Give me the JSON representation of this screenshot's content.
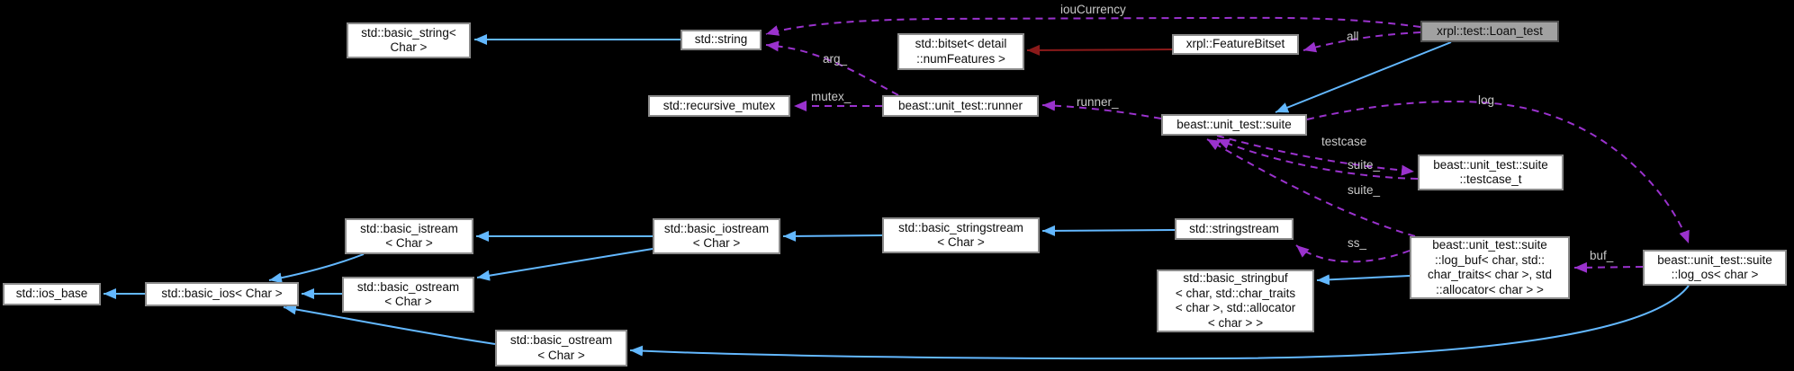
{
  "diagram": {
    "kind": "doxygen-collaboration-graph",
    "colors": {
      "background": "#000000",
      "inheritance_edge": "#63b8ff",
      "private_inheritance_edge": "#8b1a1a",
      "usage_edge": "#9a32cd",
      "node_fill": "#ffffff",
      "node_border": "#8b8b8b",
      "highlight_node_fill": "#a1a1a1",
      "edge_label_text": "#c9c9c9"
    },
    "nodes": {
      "basic_string": {
        "lines": [
          "std::basic_string<",
          "Char >"
        ]
      },
      "string": {
        "lines": [
          "std::string"
        ]
      },
      "bitset": {
        "lines": [
          "std::bitset< detail",
          "::numFeatures >"
        ]
      },
      "featurebitset": {
        "lines": [
          "xrpl::FeatureBitset"
        ]
      },
      "loan_test": {
        "lines": [
          "xrpl::test::Loan_test"
        ]
      },
      "recursive_mutex": {
        "lines": [
          "std::recursive_mutex"
        ]
      },
      "runner": {
        "lines": [
          "beast::unit_test::runner"
        ]
      },
      "suite": {
        "lines": [
          "beast::unit_test::suite"
        ]
      },
      "testcase_t": {
        "lines": [
          "beast::unit_test::suite",
          "::testcase_t"
        ]
      },
      "istream": {
        "lines": [
          "std::basic_istream",
          "< Char >"
        ]
      },
      "iostream": {
        "lines": [
          "std::basic_iostream",
          "< Char >"
        ]
      },
      "basic_stringstream": {
        "lines": [
          "std::basic_stringstream",
          "< Char >"
        ]
      },
      "stringstream": {
        "lines": [
          "std::stringstream"
        ]
      },
      "ios_base": {
        "lines": [
          "std::ios_base"
        ]
      },
      "basic_ios": {
        "lines": [
          "std::basic_ios< Char >"
        ]
      },
      "ostream_top": {
        "lines": [
          "std::basic_ostream",
          "< Char >"
        ]
      },
      "ostream_bottom": {
        "lines": [
          "std::basic_ostream",
          "< Char >"
        ]
      },
      "stringbuf": {
        "lines": [
          "std::basic_stringbuf",
          "< char, std::char_traits",
          "< char >, std::allocator",
          "< char > >"
        ]
      },
      "log_buf": {
        "lines": [
          "beast::unit_test::suite",
          "::log_buf< char, std::",
          "char_traits< char >, std",
          "::allocator< char > >"
        ]
      },
      "log_os": {
        "lines": [
          "beast::unit_test::suite",
          "::log_os< char >"
        ]
      }
    },
    "edge_labels": {
      "ioucurrency": "iouCurrency",
      "arg": "arg_",
      "mutex": "mutex_",
      "all": "all",
      "runner": "runner_",
      "log": "log",
      "testcase": "testcase",
      "suite1": "suite_",
      "suite2": "suite_",
      "ss": "ss_",
      "buf": "buf_"
    }
  }
}
